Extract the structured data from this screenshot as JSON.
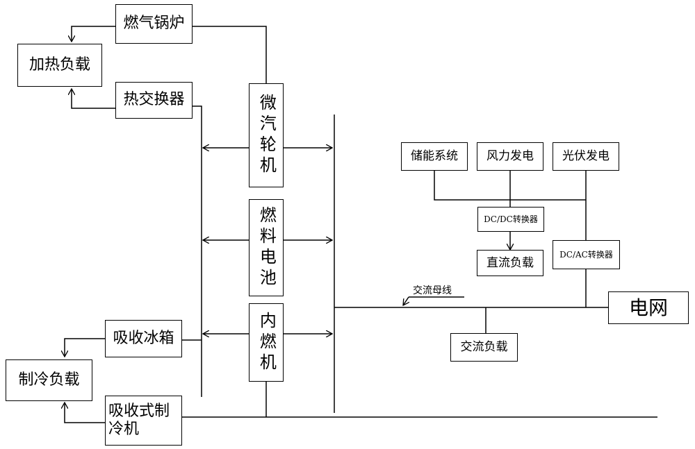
{
  "diagram": {
    "gas_boiler": "燃气锅炉",
    "heating_load": "加热负载",
    "heat_exchanger": "热交换器",
    "micro_turbine": "微汽轮机",
    "fuel_cell": "燃料电池",
    "ice_engine": "内燃机",
    "absorption_icebox": "吸收冰箱",
    "cooling_load": "制冷负载",
    "absorption_chiller": "吸收式制冷机",
    "energy_storage": "储能系统",
    "wind_power": "风力发电",
    "pv_power": "光伏发电",
    "dcdc_converter": "DC/DC转换器",
    "dc_load": "直流负载",
    "dcac_converter": "DC/AC转换器",
    "ac_bus": "交流母线",
    "grid": "电网",
    "ac_load": "交流负载"
  }
}
